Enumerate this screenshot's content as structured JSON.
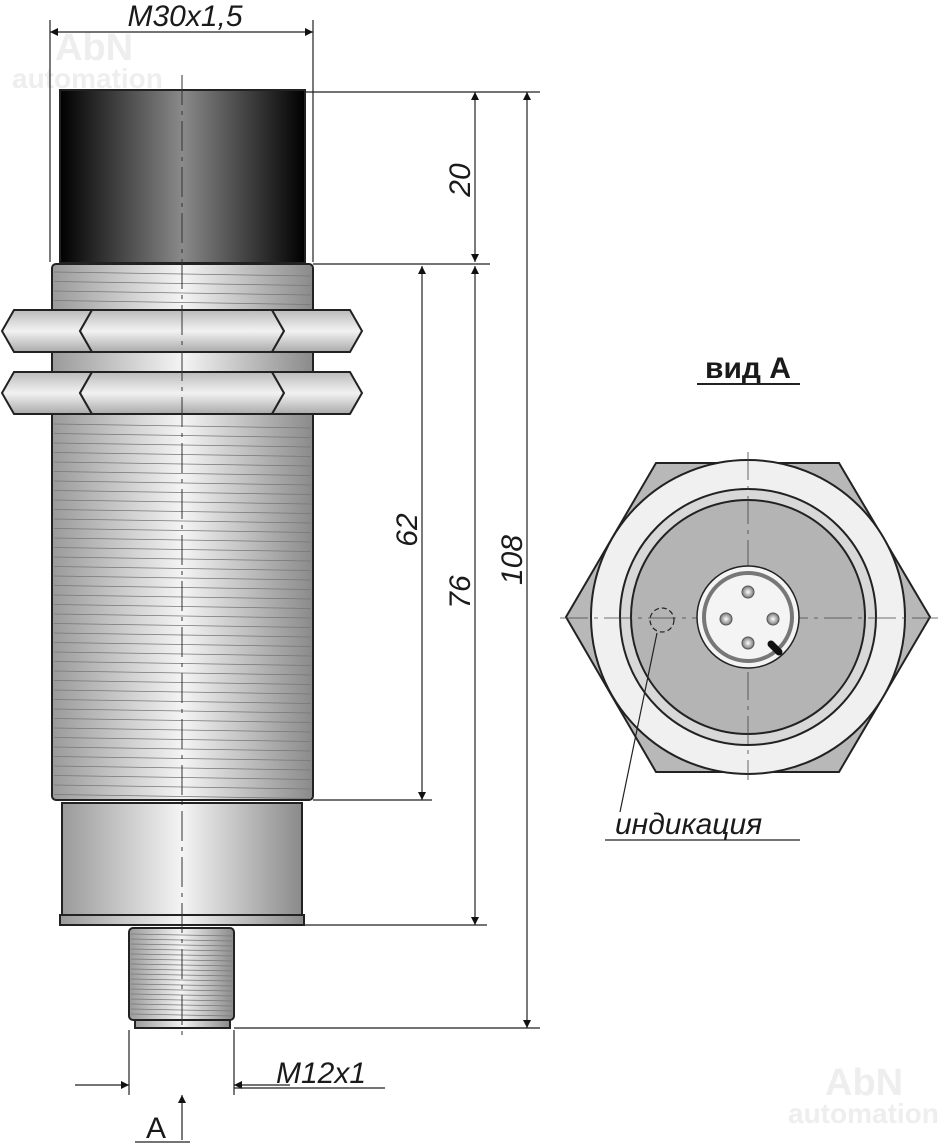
{
  "dimensions": {
    "thread_main": "M30x1,5",
    "head_length": "20",
    "thread_length": "62",
    "body_length": "76",
    "total_length": "108",
    "connector_thread": "M12x1"
  },
  "view_label": "A",
  "view_title": "вид А",
  "indicator_label": "индикация",
  "watermark": {
    "brand": "AbN",
    "sub": "automation"
  },
  "colors": {
    "head_dark": "#111111",
    "body": "#d0d0d0",
    "face": "#b4b4b4"
  }
}
